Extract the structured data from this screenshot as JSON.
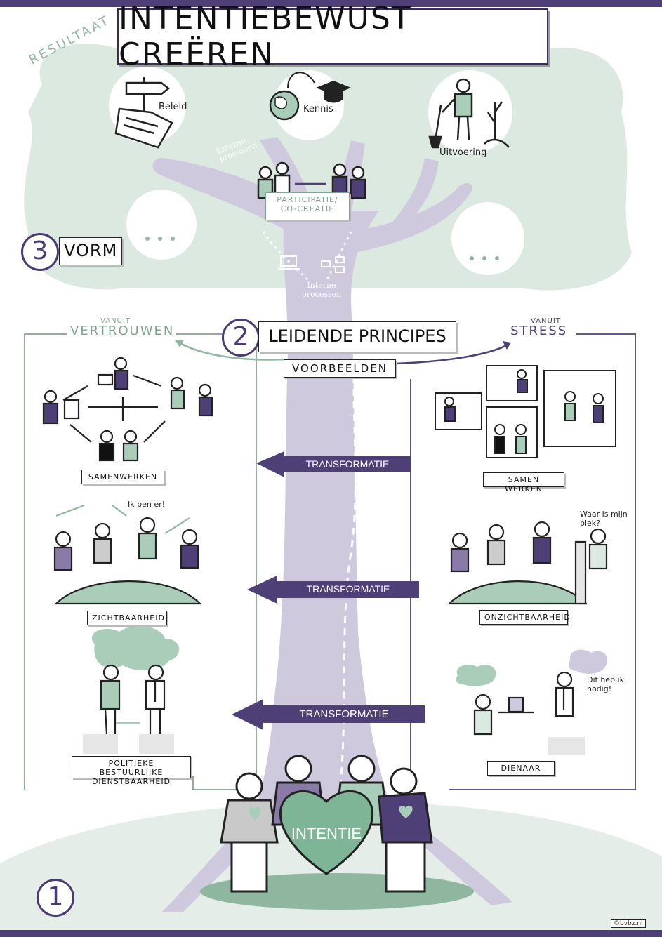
{
  "title": "INTENTIEBEWUST CREËREN",
  "colors": {
    "purple": "#4e3f77",
    "mint": "#a9cdb8",
    "mint_light": "#dbe9e1",
    "lilac": "#cfc9de",
    "dark": "#222222"
  },
  "resultaat": {
    "label": "RESULTAAT",
    "items": [
      {
        "label": "Beleid",
        "icon": "signpost-icon"
      },
      {
        "label": "Kennis",
        "icon": "globe-graduation-icon"
      },
      {
        "label": "Uitvoering",
        "icon": "gardener-icon"
      }
    ],
    "ellipsis": "..."
  },
  "tree": {
    "externe": "Externe processen",
    "interne": "Interne processen",
    "participatie": "PARTICIPATIE/ CO-CREATIE"
  },
  "vorm": {
    "number": "3",
    "label": "VORM"
  },
  "principes": {
    "number": "2",
    "label": "LEIDENDE PRINCIPES",
    "voorbeelden": "VOORBEELDEN",
    "left_header_small": "VANUIT",
    "left_header": "VERTROUWEN",
    "right_header_small": "VANUIT",
    "right_header": "STRESS"
  },
  "left_examples": [
    {
      "label": "SAMENWERKEN"
    },
    {
      "label": "ZICHTBAARHEID",
      "speech": "Ik ben er!"
    },
    {
      "label": "POLITIEKE BESTUURLIJKE DIENSTBAARHEID"
    }
  ],
  "right_examples": [
    {
      "label": "SAMEN WERKEN"
    },
    {
      "label": "ONZICHTBAARHEID",
      "speech": "Waar is mijn plek?"
    },
    {
      "label": "DIENAAR",
      "speech": "Dit heb ik nodig!"
    }
  ],
  "transformations": [
    "TRANSFORMATIE",
    "TRANSFORMATIE",
    "TRANSFORMATIE"
  ],
  "intentie": {
    "number": "1",
    "label": "INTENTIE"
  },
  "credit": "©bvbz.nl"
}
